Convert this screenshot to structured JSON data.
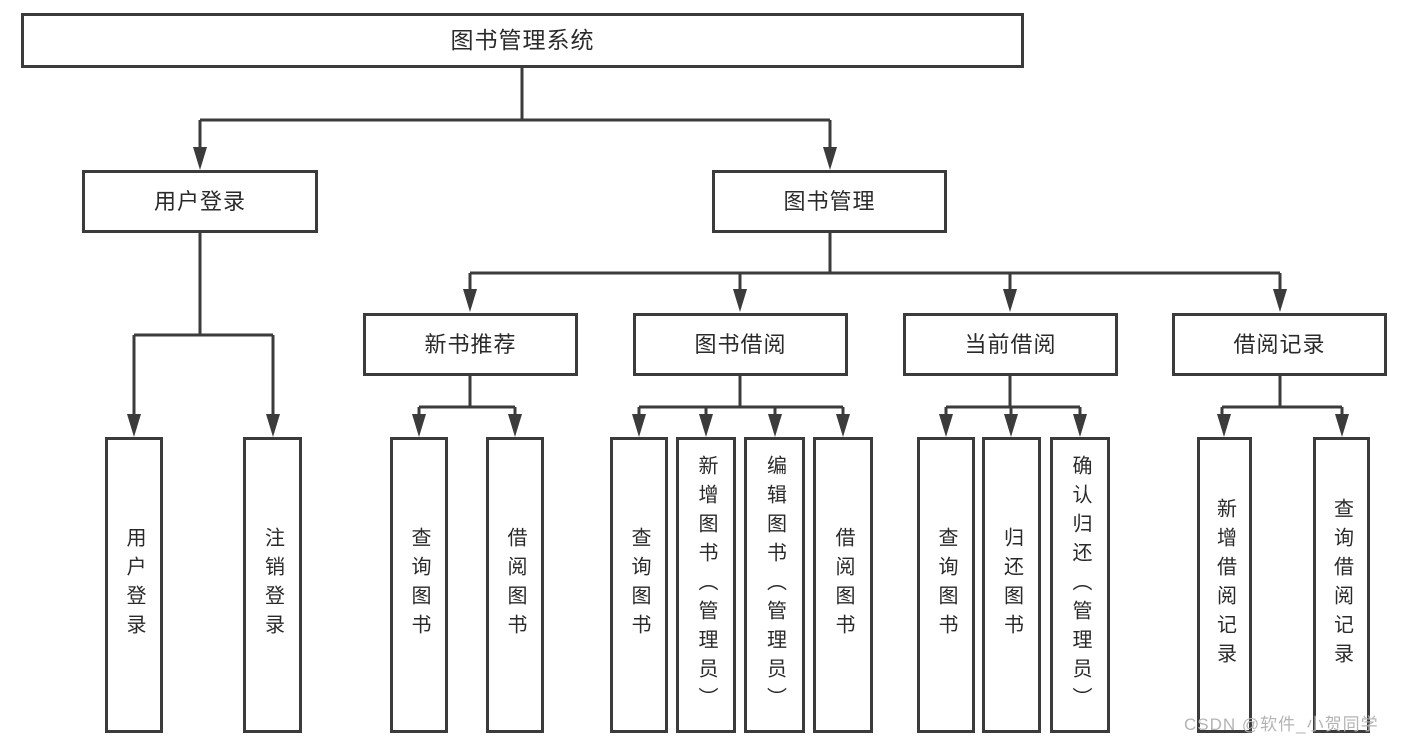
{
  "colors": {
    "line": "#3b3b3b",
    "box_border": "#3b3b3b",
    "text": "#2a2a2a",
    "watermark": "#b4b4b4",
    "background": "#ffffff"
  },
  "nodes": {
    "root": {
      "label": "图书管理系统"
    },
    "user_login": {
      "label": "用户登录"
    },
    "book_mgmt": {
      "label": "图书管理"
    },
    "new_book_rec": {
      "label": "新书推荐"
    },
    "book_borrow": {
      "label": "图书借阅"
    },
    "current_borrow": {
      "label": "当前借阅"
    },
    "borrow_records": {
      "label": "借阅记录"
    },
    "leaf_user_login": {
      "label": "用户登录"
    },
    "leaf_logout": {
      "label": "注销登录"
    },
    "leaf_rec_query": {
      "label": "查询图书"
    },
    "leaf_rec_borrow": {
      "label": "借阅图书"
    },
    "leaf_bb_query": {
      "label": "查询图书"
    },
    "leaf_bb_add": {
      "label": "新增图书（管理员）"
    },
    "leaf_bb_edit": {
      "label": "编辑图书（管理员）"
    },
    "leaf_bb_borrow": {
      "label": "借阅图书"
    },
    "leaf_cb_query": {
      "label": "查询图书"
    },
    "leaf_cb_return": {
      "label": "归还图书"
    },
    "leaf_cb_confirm": {
      "label": "确认归还（管理员）"
    },
    "leaf_br_add": {
      "label": "新增借阅记录"
    },
    "leaf_br_query": {
      "label": "查询借阅记录"
    }
  },
  "watermark": {
    "text": "CSDN @软件_小贺同学"
  }
}
